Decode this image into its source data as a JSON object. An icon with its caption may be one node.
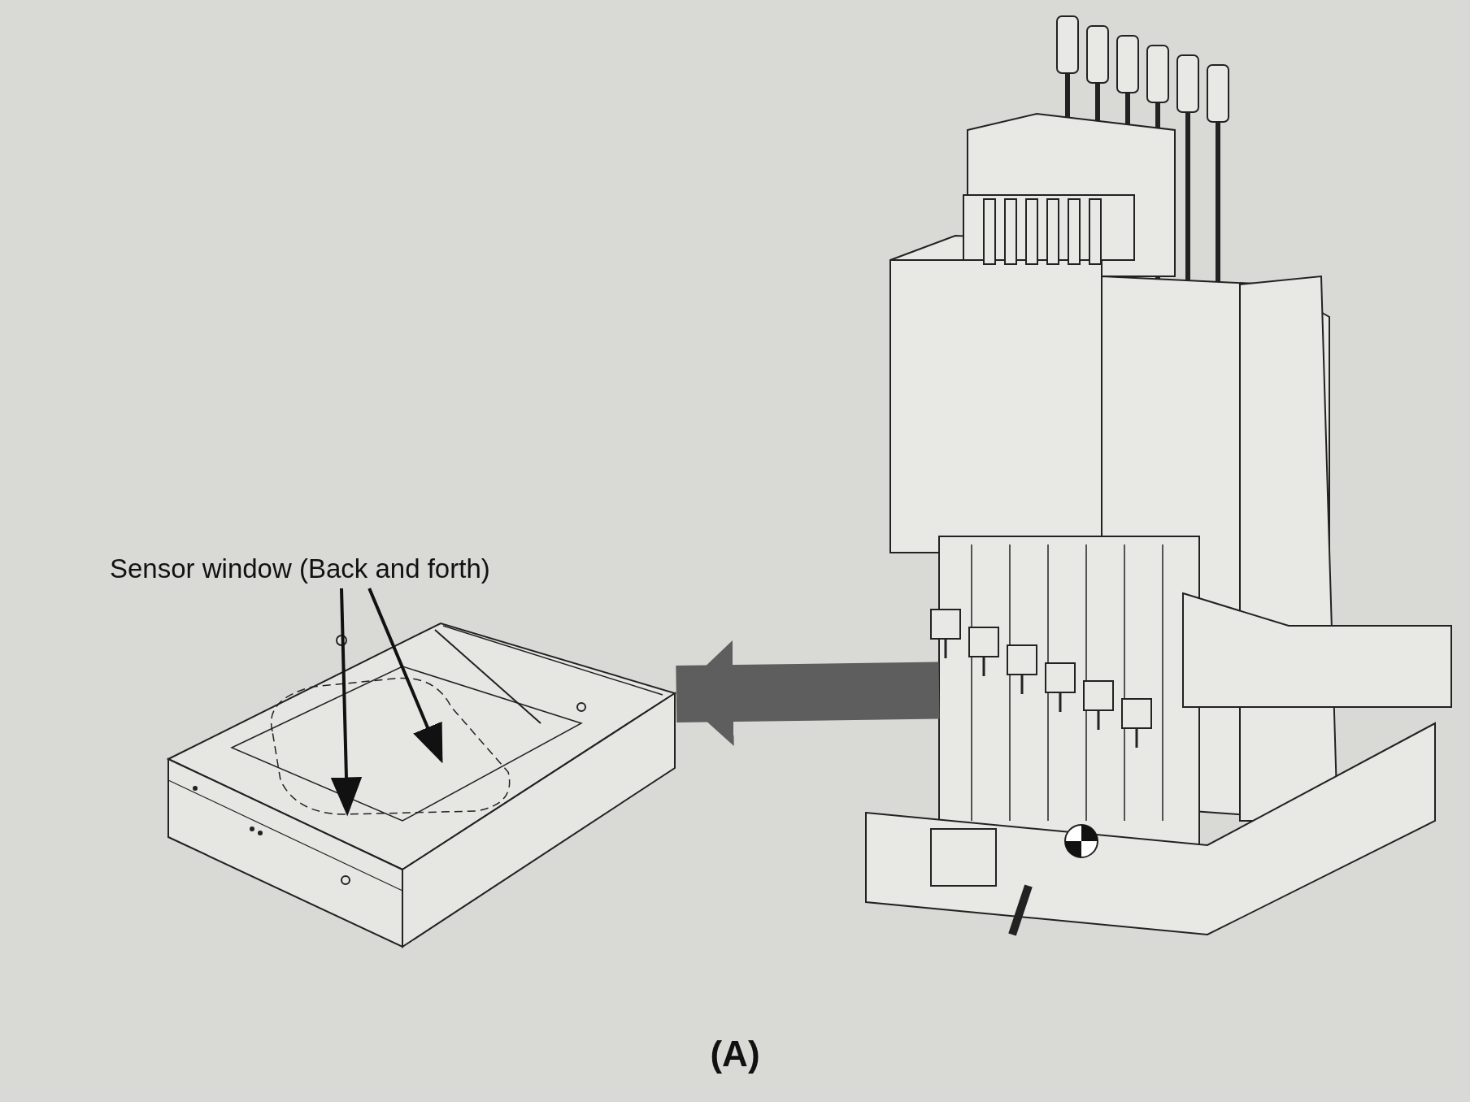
{
  "diagram": {
    "caption": "(A)",
    "nodes": [
      {
        "text": [
          "Sensor window (Back and forth)"
        ]
      },
      {
        "text": [],
        "shape": "picture"
      },
      {
        "text": [],
        "shape": "box",
        "in": 1
      },
      {
        "text": [],
        "shape": "picture"
      }
    ],
    "edges": [
      {
        "from": 0,
        "to": 2,
        "arrow": "to"
      },
      {
        "from": 0,
        "to": 2,
        "arrow": "to"
      },
      {
        "from": 3,
        "to": 1,
        "arrow": "to",
        "style": "thick"
      }
    ]
  }
}
